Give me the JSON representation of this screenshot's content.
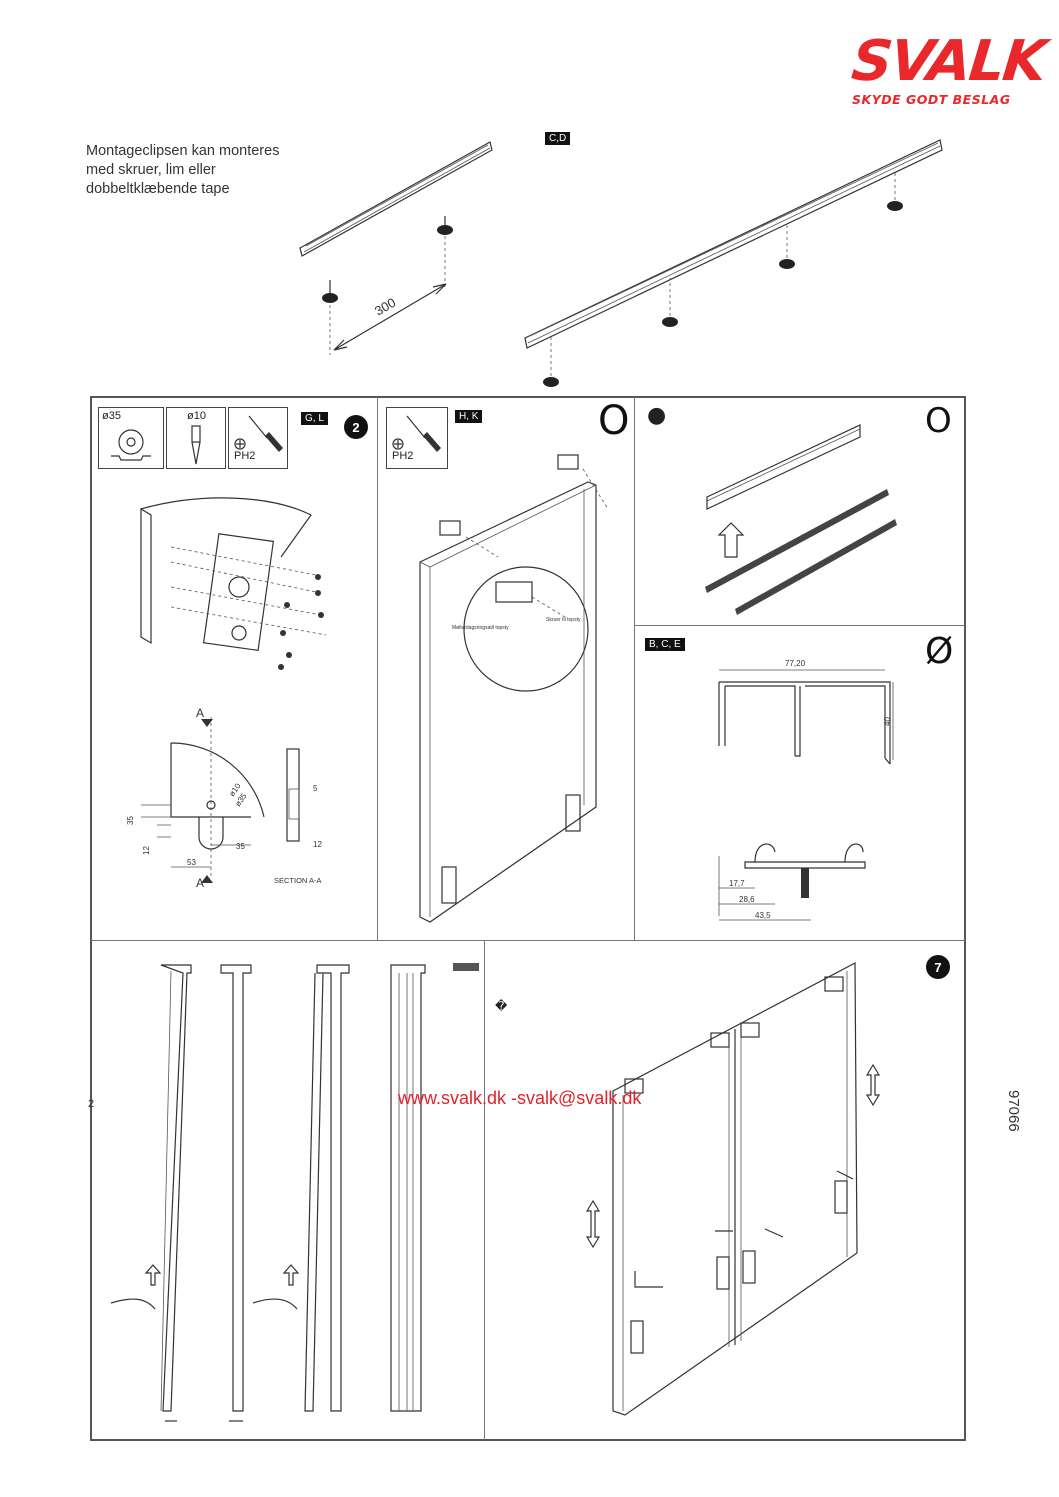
{
  "header": {
    "logo_word": "SVALK",
    "logo_tagline": "SKYDE GODT BESLAG"
  },
  "intro": {
    "text": "Montageclipsen kan monteres med skruer, lim eller dobbeltklæbende tape"
  },
  "rail_drawing": {
    "tag": "C,D",
    "spacing_label": "300"
  },
  "panel_1": {
    "tools": [
      {
        "icon": "saw-icon",
        "label": "ø35"
      },
      {
        "icon": "drill-bit-icon",
        "label": "ø10"
      },
      {
        "icon": "screwdriver-icon",
        "label": "PH2"
      }
    ],
    "tag": "G, L",
    "step": "2",
    "section_letter": "A",
    "dims": [
      "ø10",
      "ø35",
      "35",
      "12",
      "53",
      "35",
      "5",
      "12"
    ],
    "section_label": "SECTION A-A"
  },
  "panel_2": {
    "tools": [
      {
        "icon": "screwdriver-icon",
        "label": "PH2"
      }
    ],
    "tag": "H, K",
    "symbol": "O",
    "detail_left": "Møllerdagsringsatil topsty",
    "detail_right": "Skruer til topsty"
  },
  "panel_3": {
    "symbol_left": "●",
    "symbol_right": "O"
  },
  "panel_4": {
    "tag": "B, C, E",
    "symbol": "Ø",
    "dims": [
      "77,20",
      "40",
      "17,7",
      "28,6",
      "43,5"
    ]
  },
  "panel_5": {
    "tag": ""
  },
  "panel_6": {
    "step": "7",
    "symbol": "�"
  },
  "footer": {
    "url": "www.svalk.dk -svalk@svalk.dk",
    "page": "2",
    "code": "97066"
  },
  "colors": {
    "brand_red": "#e8282b",
    "footer_red": "#e0232a"
  }
}
